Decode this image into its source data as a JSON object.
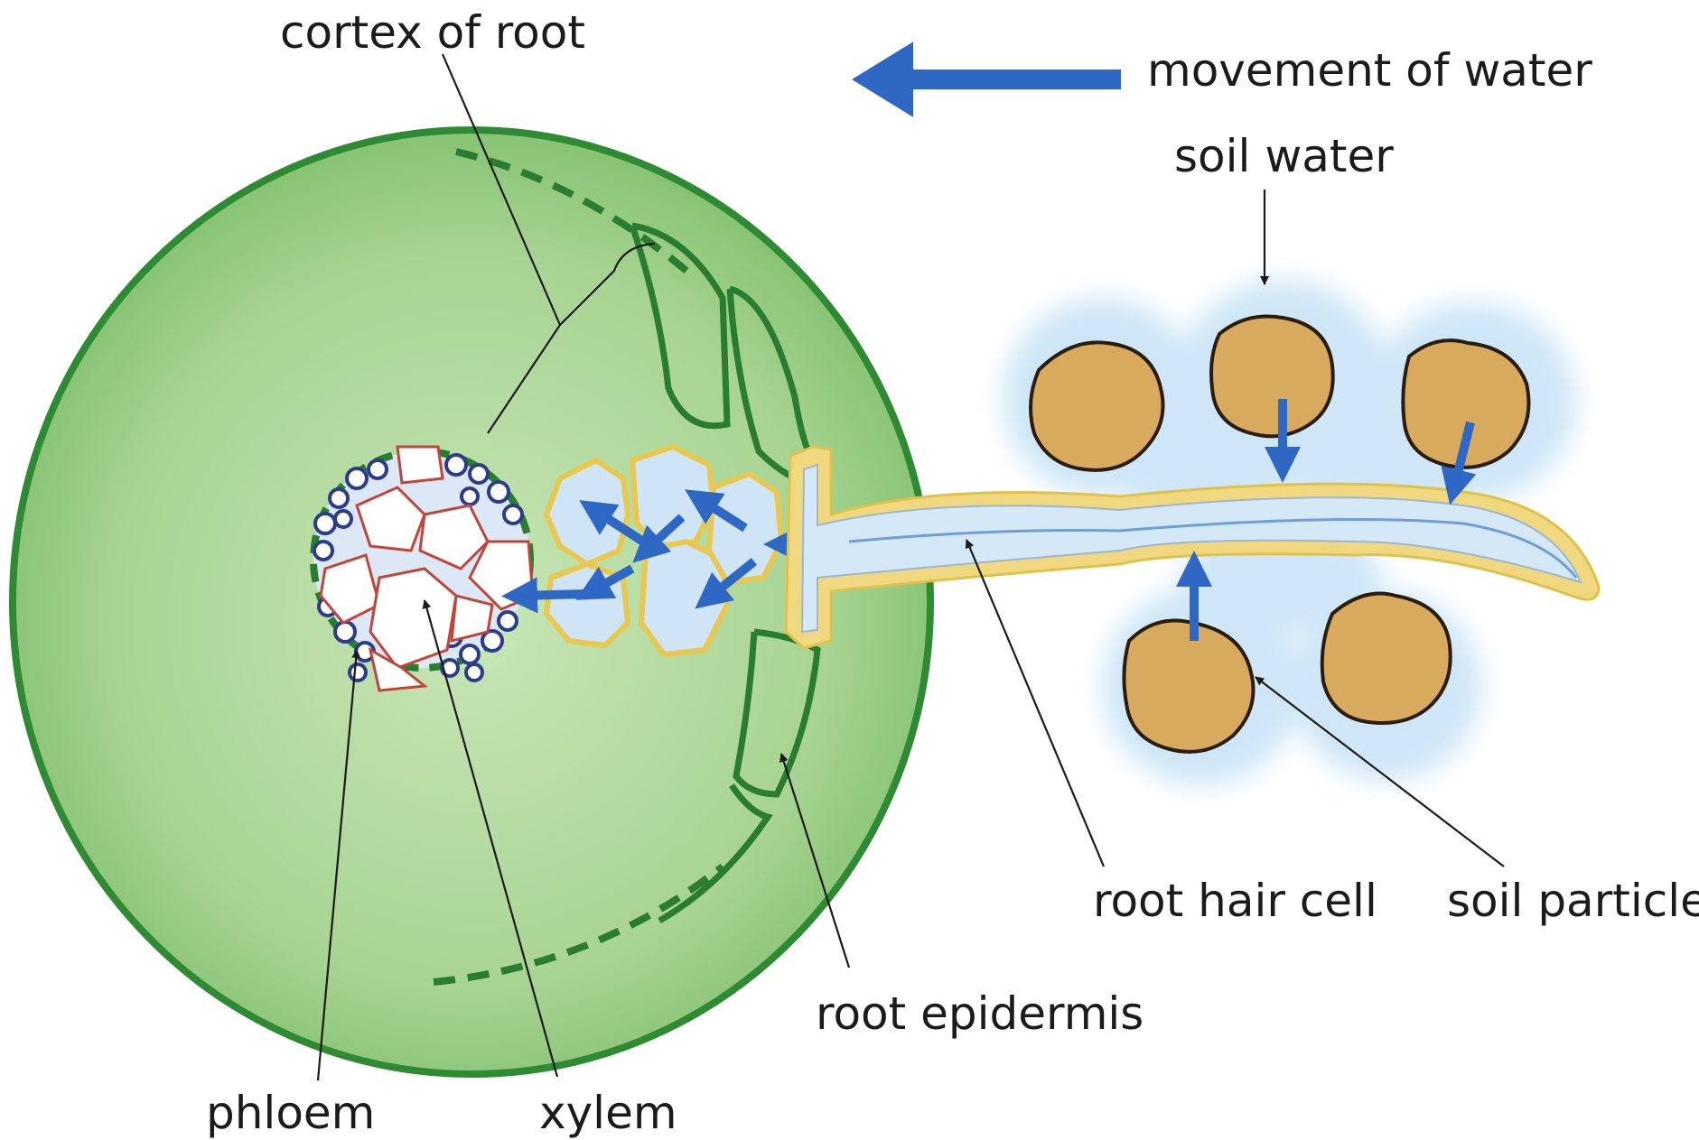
{
  "labels": {
    "cortex": "cortex of root",
    "movement": "movement of water",
    "soil_water": "soil water",
    "root_hair_cell": "root hair cell",
    "soil_particle": "soil particle",
    "root_epidermis": "root epidermis",
    "phloem": "phloem",
    "xylem": "xylem"
  },
  "colors": {
    "root_fill": "#a6d492",
    "root_outline": "#2e8a33",
    "water_arrow": "#2f67c4",
    "soil_particle": "#d8aa5e",
    "soil_water_halo": "#cfe6f7",
    "cell_wall_yellow": "#f0d880",
    "xylem_wall": "#c2453a",
    "phloem_cell": "#2b3c8c"
  }
}
